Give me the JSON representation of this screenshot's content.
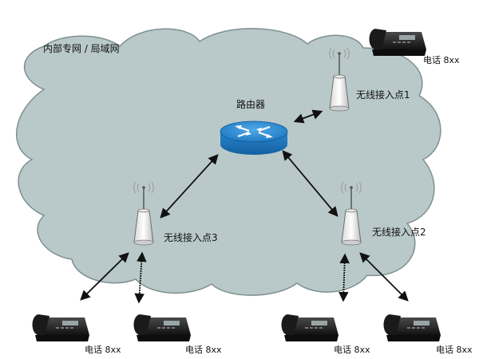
{
  "network_label": "内部专网 / 局域网",
  "router": {
    "label": "路由器"
  },
  "access_points": [
    {
      "label": "无线接入点1"
    },
    {
      "label": "无线接入点2"
    },
    {
      "label": "无线接入点3"
    }
  ],
  "phones": [
    {
      "label": "电话 8xx"
    },
    {
      "label": "电话 8xx"
    },
    {
      "label": "电话 8xx"
    },
    {
      "label": "电话 8xx"
    },
    {
      "label": "电话 8xx"
    }
  ],
  "colors": {
    "cloud_fill": "#b9c9c9",
    "cloud_stroke": "#7f8f8f",
    "router_blue": "#1e7fc8",
    "arrow": "#111111"
  }
}
